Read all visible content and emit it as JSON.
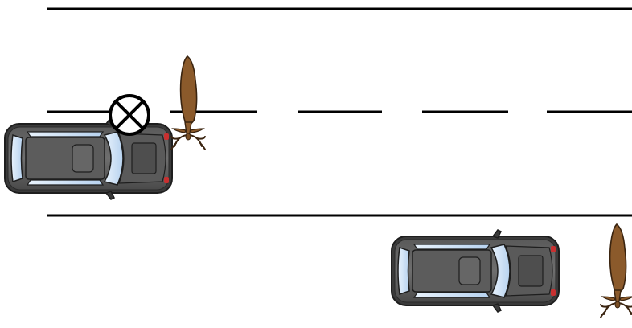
{
  "scene": {
    "background": "#ffffff",
    "road_line_color": "#000000",
    "car_body_color": "#4d4d4d",
    "car_glass_color": "#c9dff5",
    "deer_color": "#8b5a2b",
    "collision_icon": "crossed-circle-icon",
    "vehicles": [
      {
        "id": "car-collision",
        "heading": "east",
        "lane": "lower"
      },
      {
        "id": "car-other",
        "heading": "east",
        "lane": "off-road-shoulder"
      }
    ],
    "animals": [
      {
        "id": "deer-at-collision",
        "icon": "deer-icon"
      },
      {
        "id": "deer-roadside",
        "icon": "deer-icon"
      }
    ]
  }
}
